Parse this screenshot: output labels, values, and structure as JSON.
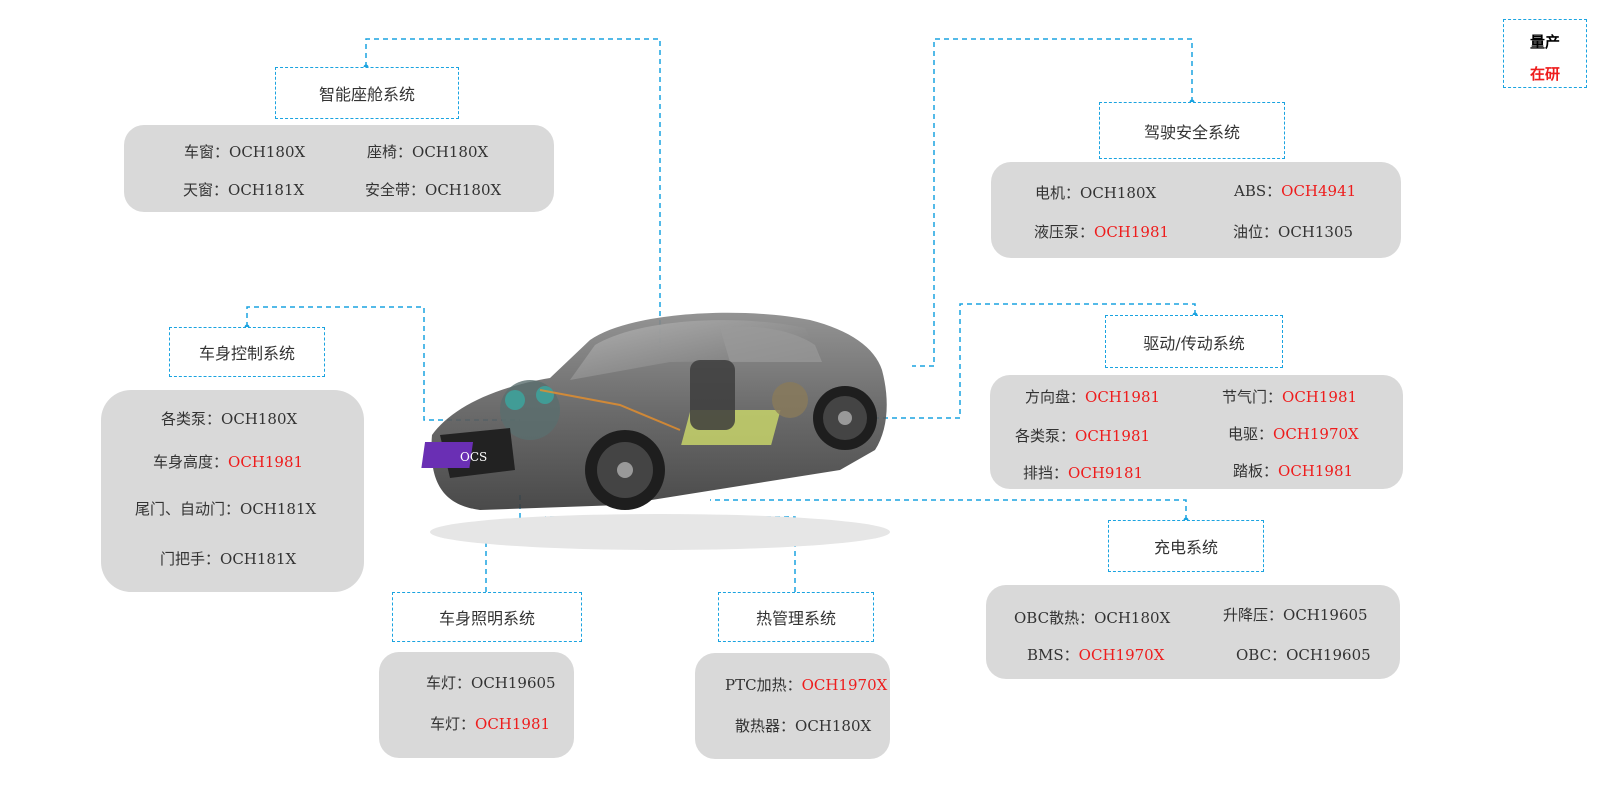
{
  "legend": {
    "mass_production": "量产",
    "in_development": "在研"
  },
  "car": {
    "badge": "OCS"
  },
  "systems": {
    "cockpit": {
      "title": "智能座舱系统",
      "items": [
        {
          "name": "车窗：",
          "part": "OCH180X",
          "status": "mass"
        },
        {
          "name": "座椅：",
          "part": "OCH180X",
          "status": "mass"
        },
        {
          "name": "天窗：",
          "part": "OCH181X",
          "status": "mass"
        },
        {
          "name": "安全带：",
          "part": "OCH180X",
          "status": "mass"
        }
      ]
    },
    "body_control": {
      "title": "车身控制系统",
      "items": [
        {
          "name": "各类泵：",
          "part": "OCH180X",
          "status": "mass"
        },
        {
          "name": "车身高度：",
          "part": "OCH1981",
          "status": "dev"
        },
        {
          "name": "尾门、自动门：",
          "part": "OCH181X",
          "status": "mass"
        },
        {
          "name": "门把手：",
          "part": "OCH181X",
          "status": "mass"
        }
      ]
    },
    "lighting": {
      "title": "车身照明系统",
      "items": [
        {
          "name": "车灯：",
          "part": "OCH19605",
          "status": "mass"
        },
        {
          "name": "车灯：",
          "part": "OCH1981",
          "status": "dev"
        }
      ]
    },
    "thermal": {
      "title": "热管理系统",
      "items": [
        {
          "name": "PTC加热：",
          "part": "OCH1970X",
          "status": "dev"
        },
        {
          "name": "散热器：",
          "part": "OCH180X",
          "status": "mass"
        }
      ]
    },
    "safety": {
      "title": "驾驶安全系统",
      "items": [
        {
          "name": "电机：",
          "part": "OCH180X",
          "status": "mass"
        },
        {
          "name": "ABS：",
          "part": "OCH4941",
          "status": "dev"
        },
        {
          "name": "液压泵：",
          "part": "OCH1981",
          "status": "dev"
        },
        {
          "name": "油位：",
          "part": "OCH1305",
          "status": "mass"
        }
      ]
    },
    "drive": {
      "title": "驱动/传动系统",
      "items": [
        {
          "name": "方向盘：",
          "part": "OCH1981",
          "status": "dev"
        },
        {
          "name": "节气门：",
          "part": "OCH1981",
          "status": "dev"
        },
        {
          "name": "各类泵：",
          "part": "OCH1981",
          "status": "dev"
        },
        {
          "name": "电驱：",
          "part": "OCH1970X",
          "status": "dev"
        },
        {
          "name": "排挡：",
          "part": "OCH9181",
          "status": "dev"
        },
        {
          "name": "踏板：",
          "part": "OCH1981",
          "status": "dev"
        }
      ]
    },
    "charging": {
      "title": "充电系统",
      "items": [
        {
          "name": "OBC散热：",
          "part": "OCH180X",
          "status": "mass"
        },
        {
          "name": "升降压：",
          "part": "OCH19605",
          "status": "mass"
        },
        {
          "name": "BMS：",
          "part": "OCH1970X",
          "status": "dev"
        },
        {
          "name": "OBC：",
          "part": "OCH19605",
          "status": "mass"
        }
      ]
    }
  },
  "colors": {
    "connector": "#1aa3e0",
    "in_development": "#ee1c1c",
    "box": "#d9d9d9",
    "badge": "#6a2fb4"
  }
}
